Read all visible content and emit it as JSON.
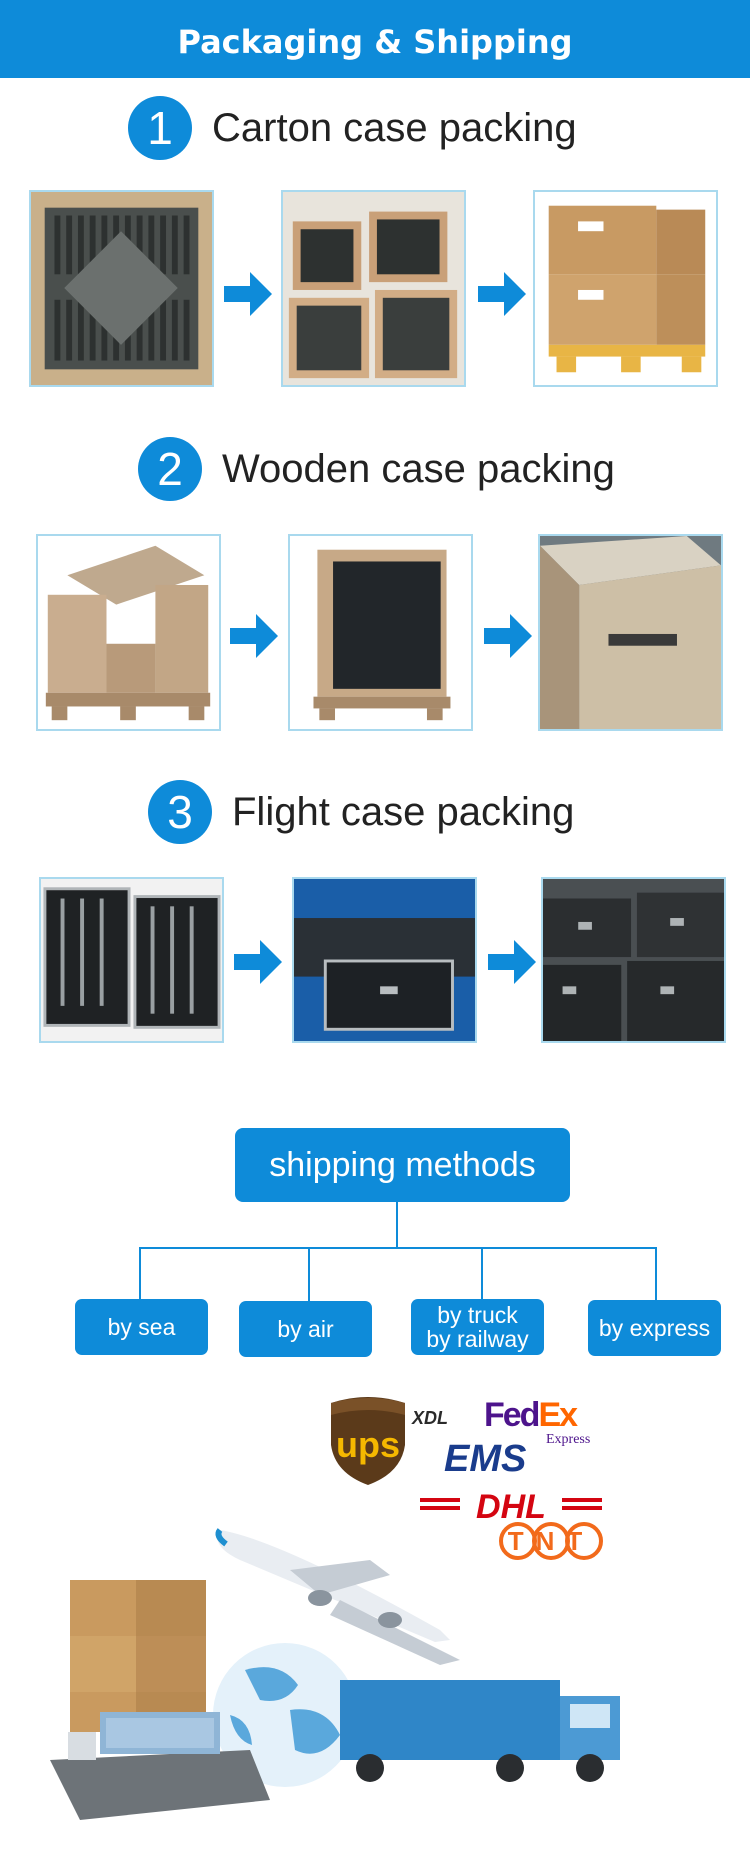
{
  "header": {
    "title": "Packaging & Shipping"
  },
  "sections": [
    {
      "number": "1",
      "title": "Carton case packing"
    },
    {
      "number": "2",
      "title": "Wooden case packing"
    },
    {
      "number": "3",
      "title": "Flight case packing"
    }
  ],
  "shipping": {
    "title": "shipping methods",
    "methods": [
      {
        "label": "by sea"
      },
      {
        "label": "by air"
      },
      {
        "label_line1": "by truck",
        "label_line2": "by railway"
      },
      {
        "label": "by express"
      }
    ]
  },
  "carriers": {
    "ups": "ups",
    "xdl": "XDL",
    "fedex_fed": "Fed",
    "fedex_ex": "Ex",
    "fedex_express": "Express",
    "ems": "EMS",
    "dhl": "DHL",
    "tnt": "TNT"
  },
  "colors": {
    "brand_blue": "#0e8bd9",
    "fedex_purple": "#4d148c",
    "fedex_orange": "#ff6600",
    "dhl_red": "#d40511",
    "tnt_orange": "#f26a1b",
    "ups_brown": "#5b3a1a",
    "ups_gold": "#f5b800"
  }
}
